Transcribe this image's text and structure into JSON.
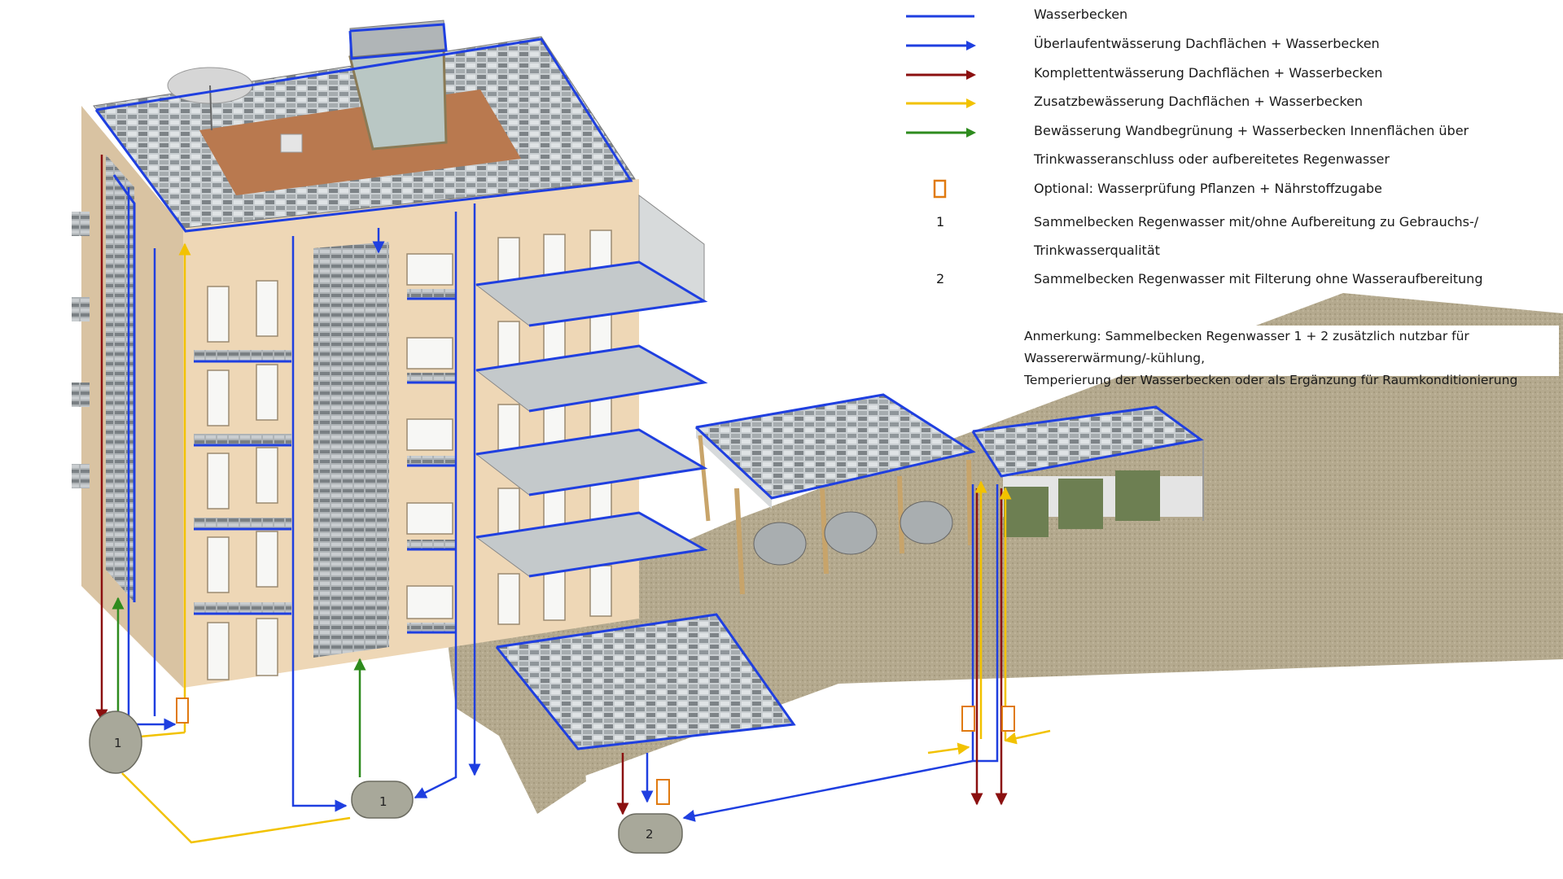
{
  "legend": {
    "items": [
      {
        "label": "Wasserbecken",
        "color": "#1f3fe0",
        "symbol": "line"
      },
      {
        "label": "Überlaufentwässerung Dachflächen + Wasserbecken",
        "color": "#1f3fe0",
        "symbol": "arrow"
      },
      {
        "label": "Komplettentwässerung Dachflächen + Wasserbecken",
        "color": "#8b1010",
        "symbol": "arrow"
      },
      {
        "label": "Zusatzbewässerung Dachflächen + Wasserbecken",
        "color": "#f2c200",
        "symbol": "arrow"
      },
      {
        "label": "Bewässerung Wandbegrünung + Wasserbecken Innenflächen über",
        "color": "#2e8b1e",
        "symbol": "arrow"
      },
      {
        "label": "Trinkwasseranschluss oder aufbereitetes Regenwasser",
        "color": "",
        "symbol": "none"
      },
      {
        "label": "Optional: Wasserprüfung Pflanzen + Nährstoffzugabe",
        "color": "#e07a10",
        "symbol": "box"
      },
      {
        "label": "Sammelbecken Regenwasser mit/ohne Aufbereitung zu Gebrauchs-/",
        "number": "1",
        "symbol": "number"
      },
      {
        "label": "Trinkwasserqualität",
        "symbol": "none"
      },
      {
        "label": "Sammelbecken Regenwasser mit Filterung ohne Wasseraufbereitung",
        "number": "2",
        "symbol": "number"
      }
    ]
  },
  "note": {
    "line1": "Anmerkung: Sammelbecken Regenwasser 1 + 2 zusätzlich nutzbar für Wassererwärmung/-kühlung,",
    "line2": "Temperierung der Wasserbecken oder als Ergänzung für Raumkonditionierung"
  },
  "tanks": [
    {
      "label": "1"
    },
    {
      "label": "1"
    },
    {
      "label": "2"
    }
  ],
  "colors": {
    "basin_blue": "#1f3fe0",
    "drain_red": "#8b1010",
    "supply_yellow": "#f2c200",
    "green_irrigation": "#2e8b1e",
    "check_orange": "#e07a10",
    "facade": "#eed7b6",
    "ground": "#b4a98e"
  }
}
